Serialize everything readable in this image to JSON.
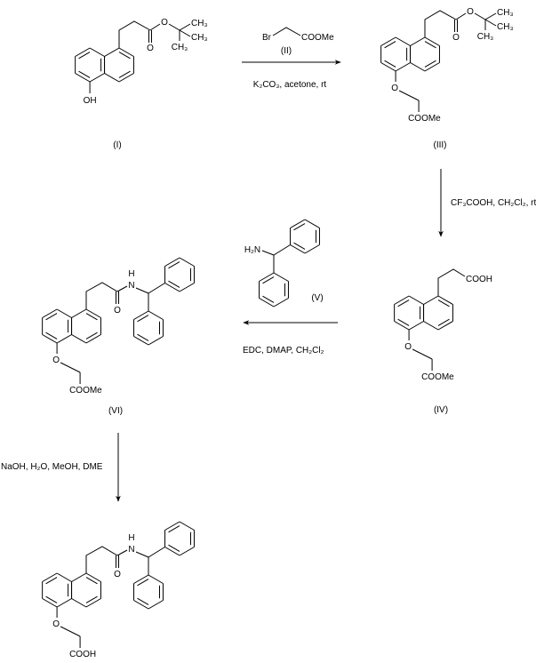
{
  "compounds": {
    "I": {
      "label": "(I)",
      "atoms": {
        "o_carbonyl": "O",
        "o_ester": "O",
        "me1": "CH₃",
        "me2": "CH₃",
        "me3": "CH₃",
        "oh": "OH"
      }
    },
    "II": {
      "label": "(II)",
      "atoms": {
        "br": "Br",
        "coome": "COOMe"
      }
    },
    "III": {
      "label": "(III)",
      "atoms": {
        "o_carbonyl": "O",
        "o_ester": "O",
        "me1": "CH₃",
        "me2": "CH₃",
        "me3": "CH₃",
        "o_ether": "O",
        "coome": "COOMe"
      }
    },
    "IV": {
      "label": "(IV)",
      "atoms": {
        "cooh": "COOH",
        "o_ether": "O",
        "coome": "COOMe"
      }
    },
    "V": {
      "label": "(V)",
      "atoms": {
        "h2n": "H₂N"
      }
    },
    "VI": {
      "label": "(VI)",
      "atoms": {
        "o_carbonyl": "O",
        "n": "N",
        "h": "H",
        "o_ether": "O",
        "coome": "COOMe"
      }
    },
    "VII": {
      "atoms": {
        "o_carbonyl": "O",
        "n": "N",
        "h": "H",
        "o_ether": "O",
        "cooh": "COOH"
      }
    }
  },
  "steps": {
    "step1": {
      "conditions": "K₂CO₃, acetone, rt"
    },
    "step2": {
      "conditions": "CF₃COOH, CH₂Cl₂, rt"
    },
    "step3": {
      "conditions": "EDC, DMAP, CH₂Cl₂"
    },
    "step4": {
      "conditions": "NaOH, H₂O, MeOH, DME"
    }
  }
}
